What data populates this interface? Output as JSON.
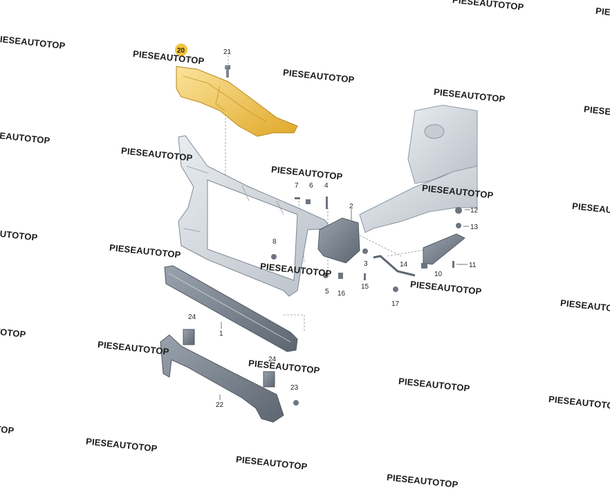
{
  "watermark": "PIESEAUTOTOP",
  "highlight_color": "#f2c23a",
  "highlighted_part": "20",
  "callouts": {
    "p1": "1",
    "p2": "2",
    "p3": "3",
    "p4": "4",
    "p5": "5",
    "p6": "6",
    "p7": "7",
    "p8": "8",
    "p10": "10",
    "p11": "11",
    "p12": "12",
    "p13": "13",
    "p14": "14",
    "p15": "15",
    "p16": "16",
    "p17": "17",
    "p20": "20",
    "p21": "21",
    "p22": "22",
    "p23": "23",
    "p24a": "24",
    "p24b": "24"
  }
}
